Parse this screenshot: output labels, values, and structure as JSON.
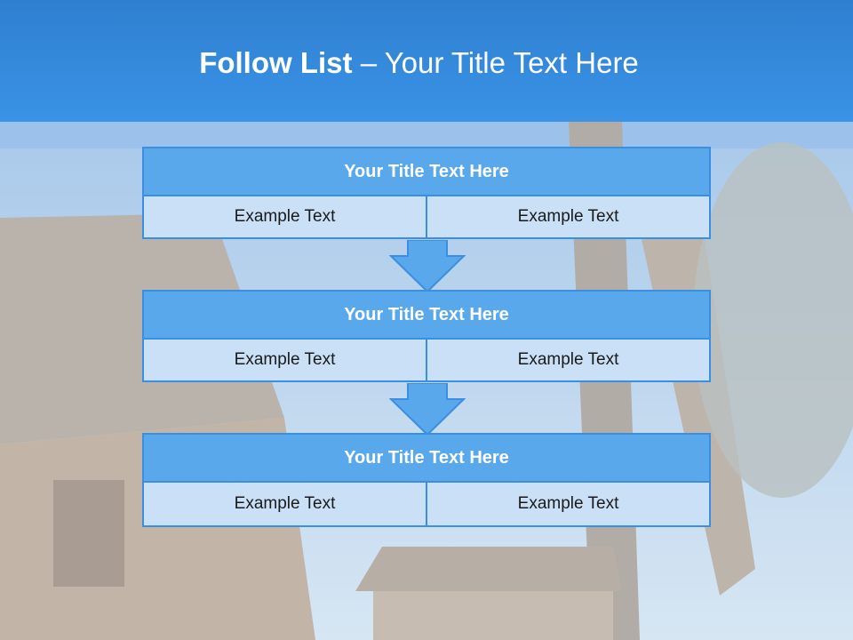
{
  "slide": {
    "title_bold": "Follow List",
    "title_rest": " – Your Title Text Here"
  },
  "blocks": [
    {
      "title": "Your Title Text Here",
      "left": "Example Text",
      "right": "Example Text"
    },
    {
      "title": "Your Title Text Here",
      "left": "Example Text",
      "right": "Example Text"
    },
    {
      "title": "Your Title Text Here",
      "left": "Example Text",
      "right": "Example Text"
    }
  ],
  "colors": {
    "header": "#3a93e6",
    "box_title": "#5aa8ec",
    "box_cell": "#c9e0f7",
    "border": "#3a8fe0"
  }
}
